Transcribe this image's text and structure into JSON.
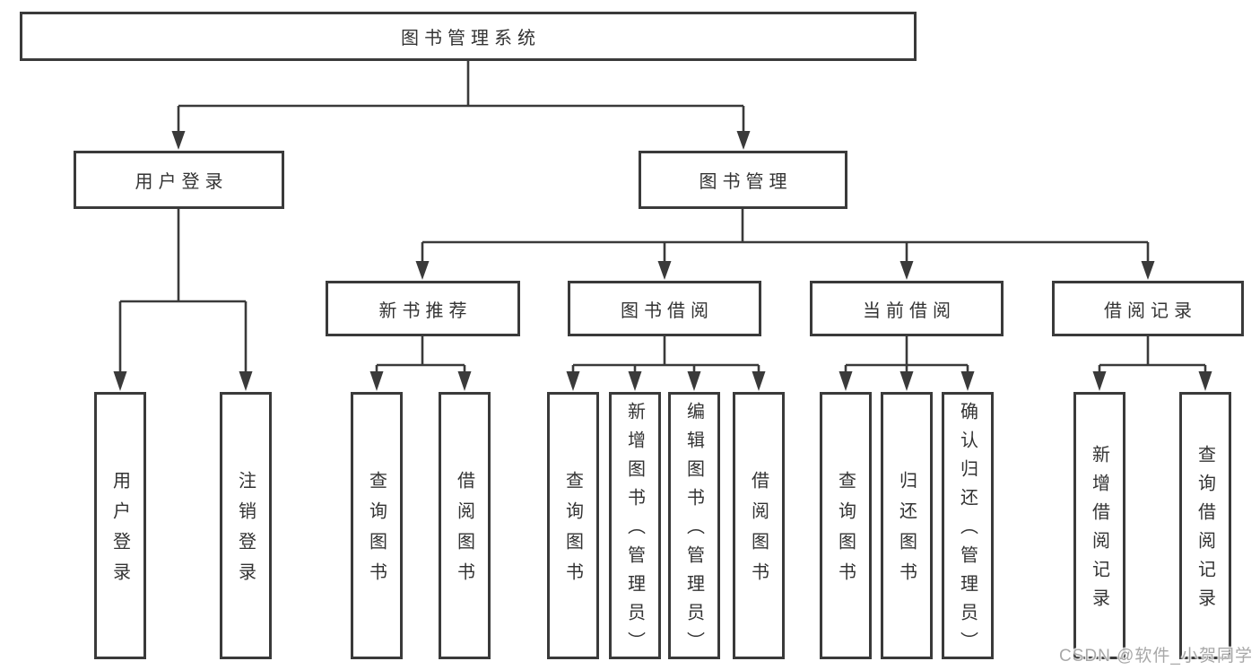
{
  "diagram": {
    "root": {
      "label": "图书管理系统"
    },
    "level2": [
      {
        "id": "user-login",
        "label": "用户登录"
      },
      {
        "id": "book-management",
        "label": "图书管理"
      }
    ],
    "level3": [
      {
        "id": "new-book-recommend",
        "parent": "图书管理",
        "label": "新书推荐"
      },
      {
        "id": "book-borrowing",
        "parent": "图书管理",
        "label": "图书借阅"
      },
      {
        "id": "current-borrowing",
        "parent": "图书管理",
        "label": "当前借阅"
      },
      {
        "id": "borrowing-records",
        "parent": "图书管理",
        "label": "借阅记录"
      }
    ],
    "leaves": [
      {
        "parent": "用户登录",
        "label": "用户登录"
      },
      {
        "parent": "用户登录",
        "label": "注销登录"
      },
      {
        "parent": "新书推荐",
        "label": "查询图书"
      },
      {
        "parent": "新书推荐",
        "label": "借阅图书"
      },
      {
        "parent": "图书借阅",
        "label": "查询图书"
      },
      {
        "parent": "图书借阅",
        "label": "新增图书（管理员）"
      },
      {
        "parent": "图书借阅",
        "label": "编辑图书（管理员）"
      },
      {
        "parent": "图书借阅",
        "label": "借阅图书"
      },
      {
        "parent": "当前借阅",
        "label": "查询图书"
      },
      {
        "parent": "当前借阅",
        "label": "归还图书"
      },
      {
        "parent": "当前借阅",
        "label": "确认归还（管理员）"
      },
      {
        "parent": "借阅记录",
        "label": "新增借阅记录"
      },
      {
        "parent": "借阅记录",
        "label": "查询借阅记录"
      }
    ],
    "watermark": "CSDN @软件_小贺同学",
    "colors": {
      "line": "#3a3a3a",
      "text": "#333333",
      "watermark": "#a8a8a8",
      "background": "#ffffff"
    }
  }
}
